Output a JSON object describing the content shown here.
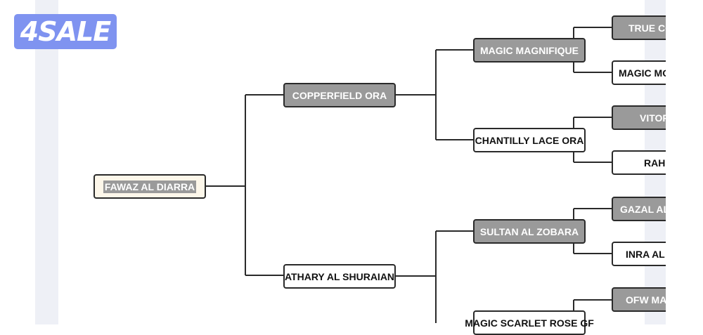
{
  "logo": {
    "text": "4SALE"
  },
  "pedigree": {
    "root": "FAWAZ AL DIARRA",
    "sire": "COPPERFIELD ORA",
    "dam": "ATHARY AL SHURAIAN",
    "sire_sire": "MAGIC MAGNIFIQUE",
    "sire_dam": "CHANTILLY LACE ORA",
    "dam_sire": "SULTAN AL ZOBARA",
    "dam_dam": "MAGIC SCARLET ROSE GF",
    "gen3": [
      {
        "label": "TRUE CO",
        "style": "grey"
      },
      {
        "label": "MAGIC MO",
        "style": "white"
      },
      {
        "label": "VITOR",
        "style": "grey"
      },
      {
        "label": "RAHE",
        "style": "white"
      },
      {
        "label": "GAZAL AL",
        "style": "grey"
      },
      {
        "label": "INRA AL",
        "style": "white"
      },
      {
        "label": "OFW MAG",
        "style": "grey"
      }
    ]
  }
}
